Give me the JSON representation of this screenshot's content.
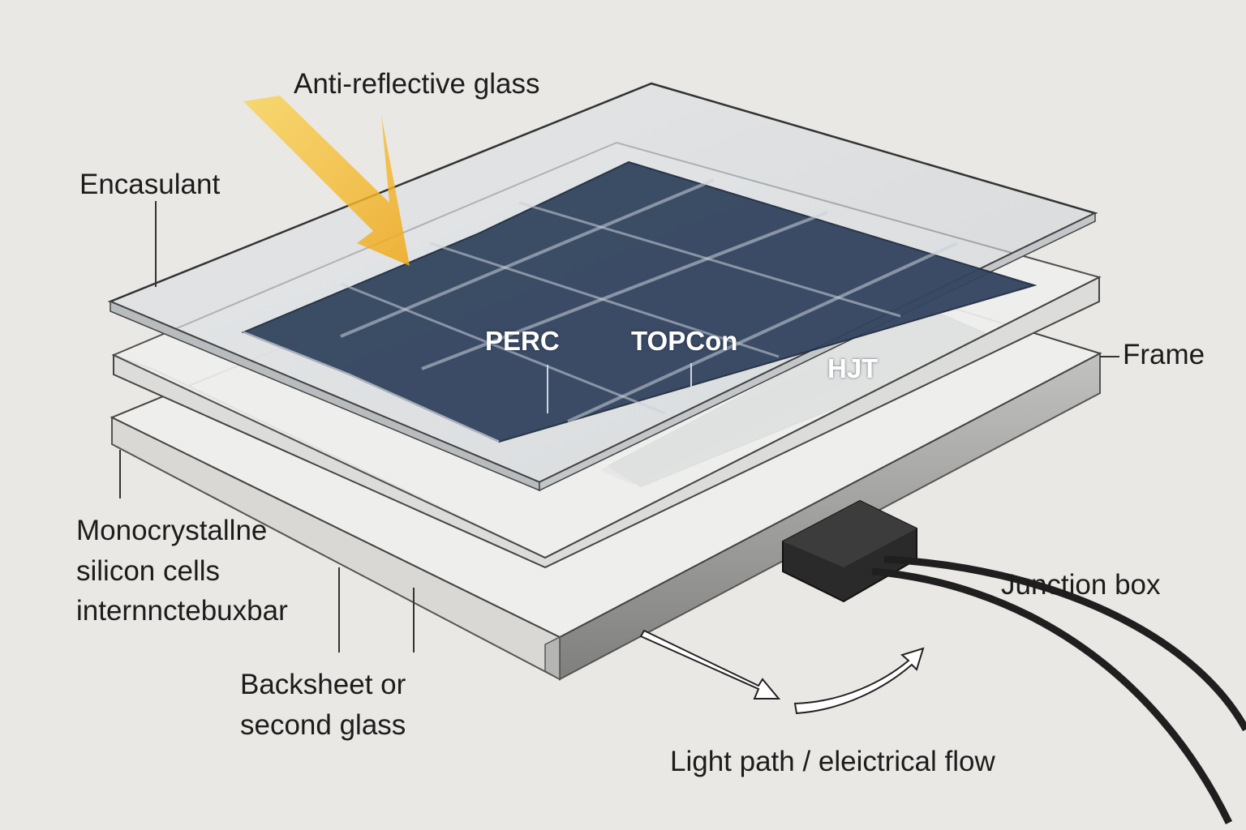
{
  "labels": {
    "anti_reflective_glass": "Anti-reflective glass",
    "encapsulant": "Encasulant",
    "frame": "Frame",
    "cells": [
      "Monocrystallne",
      "silicon cells",
      "internnctebuxbar"
    ],
    "backsheet": [
      "Backsheet or",
      "second glass"
    ],
    "junction_box": "Junction box",
    "light_path": "Light path / eleictrical flow"
  },
  "cell_types": [
    "PERC",
    "TOPCon",
    "HJT"
  ],
  "colors": {
    "background": "#e9e8e4",
    "sun_ray": "#f2b620",
    "cell": "#2f3e58",
    "glass": "#d4d8dc",
    "frame": "#9a9a9a",
    "junction_box": "#262626"
  }
}
